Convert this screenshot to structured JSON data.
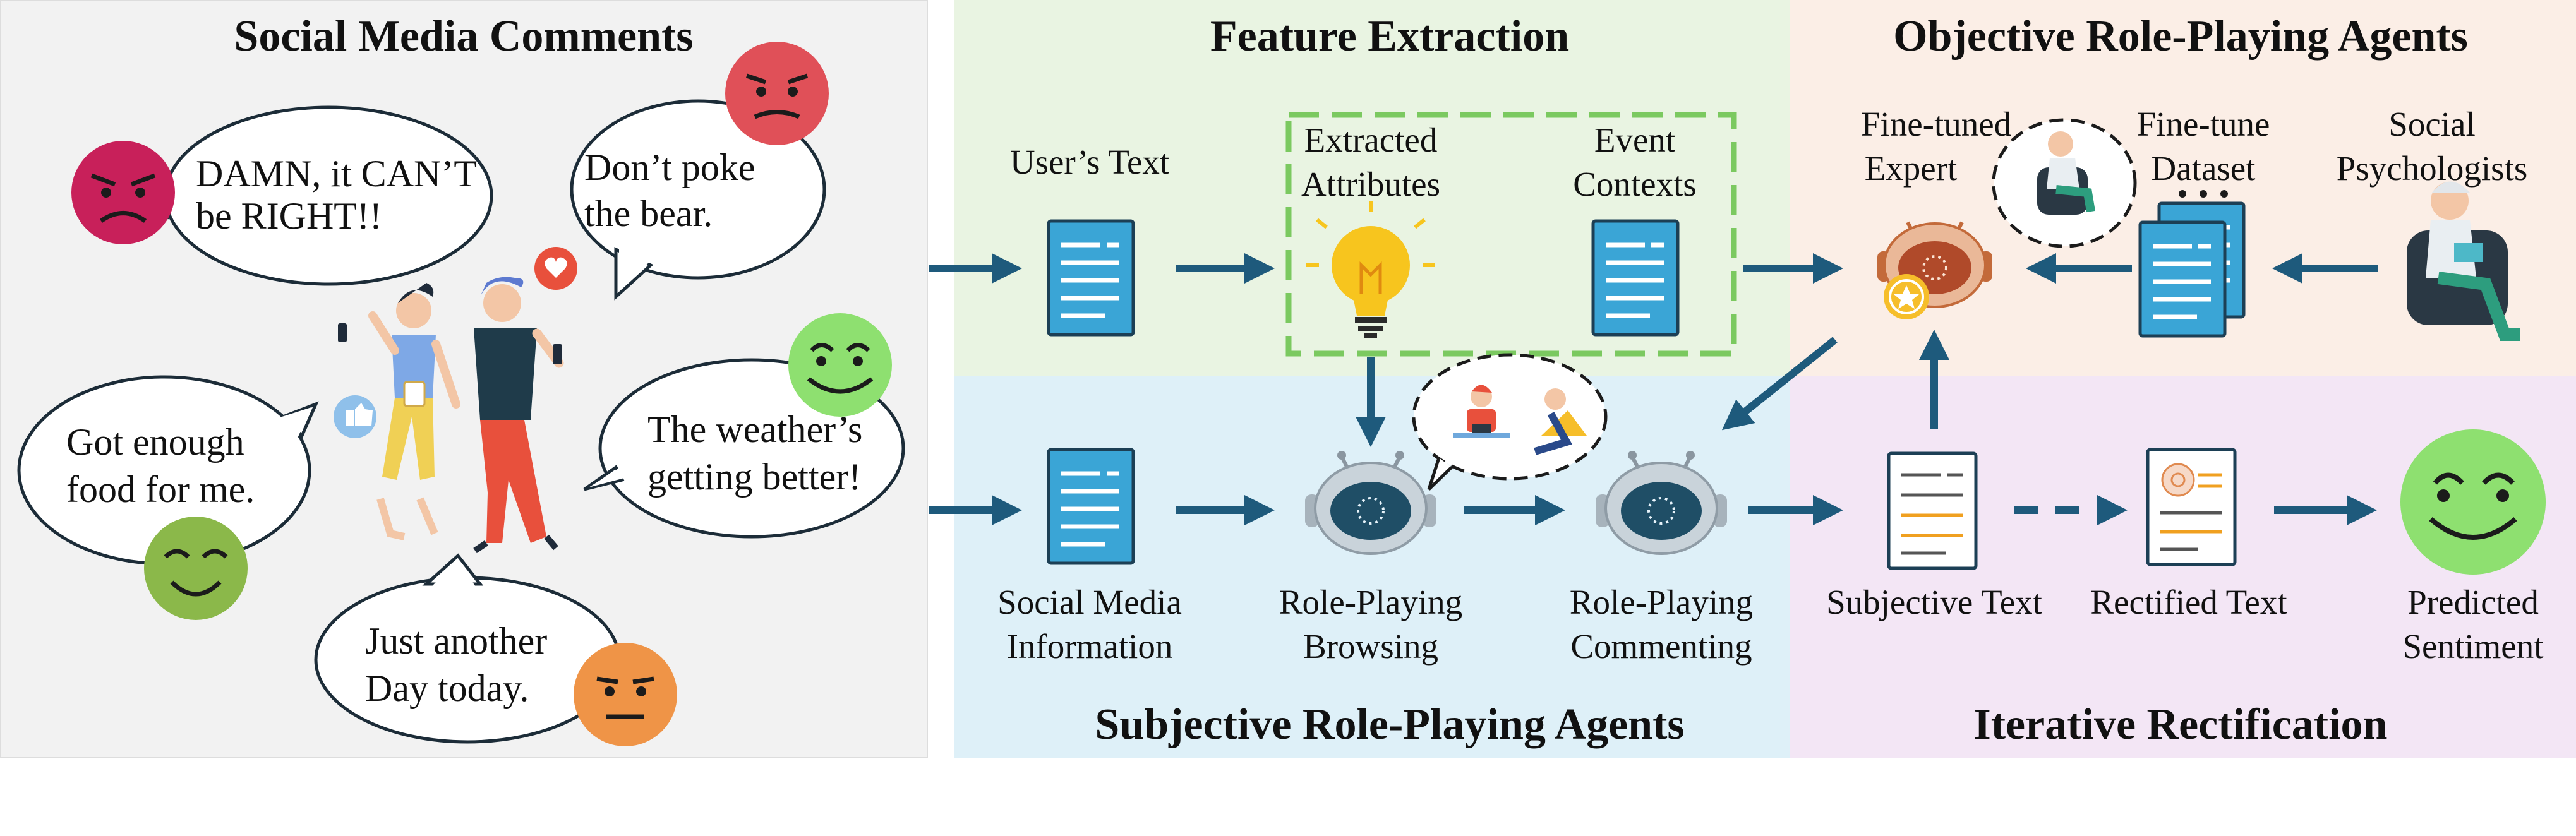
{
  "panels": {
    "social_media_comments": "Social Media Comments",
    "feature_extraction": "Feature Extraction",
    "objective_agents": "Objective Role-Playing Agents",
    "subjective_agents": "Subjective Role-Playing Agents",
    "iterative_rectification": "Iterative Rectification"
  },
  "comments": [
    {
      "line1": "DAMN, it CAN’T",
      "line2": "be RIGHT!!",
      "emoji": "angry",
      "color": "#c8205a"
    },
    {
      "line1": "Don’t poke",
      "line2": "the bear.",
      "emoji": "annoyed",
      "color": "#e05058"
    },
    {
      "line1": "Got enough",
      "line2": "food for me.",
      "emoji": "content",
      "color": "#8bb84a"
    },
    {
      "line1": "The weather’s",
      "line2": "getting better!",
      "emoji": "happy",
      "color": "#8ee070"
    },
    {
      "line1": "Just another",
      "line2": "Day today.",
      "emoji": "neutral",
      "color": "#ef9447"
    }
  ],
  "feature_extraction": {
    "users_text": "User’s Text",
    "extracted_attributes_line1": "Extracted",
    "extracted_attributes_line2": "Attributes",
    "event_contexts_line1": "Event",
    "event_contexts_line2": "Contexts"
  },
  "objective": {
    "finetuned_expert_line1": "Fine-tuned",
    "finetuned_expert_line2": "Expert",
    "finetune_dataset_line1": "Fine-tune",
    "finetune_dataset_line2": "Dataset",
    "social_psychologists_line1": "Social",
    "social_psychologists_line2": "Psychologists"
  },
  "subjective": {
    "social_media_info_line1": "Social Media",
    "social_media_info_line2": "Information",
    "browsing_line1": "Role-Playing",
    "browsing_line2": "Browsing",
    "commenting_line1": "Role-Playing",
    "commenting_line2": "Commenting"
  },
  "rectification": {
    "subjective_text": "Subjective Text",
    "rectified_text": "Rectified Text",
    "predicted_sentiment_line1": "Predicted",
    "predicted_sentiment_line2": "Sentiment"
  },
  "colors": {
    "panel_gray": "#f2f2f2",
    "panel_green": "#e9f4e2",
    "panel_peach": "#fbeee6",
    "panel_blue": "#def0f8",
    "panel_purple": "#f3e6f5",
    "arrow": "#1e5a7c",
    "doc_blue": "#3aa5d6",
    "dashed_green": "#7bc960"
  }
}
